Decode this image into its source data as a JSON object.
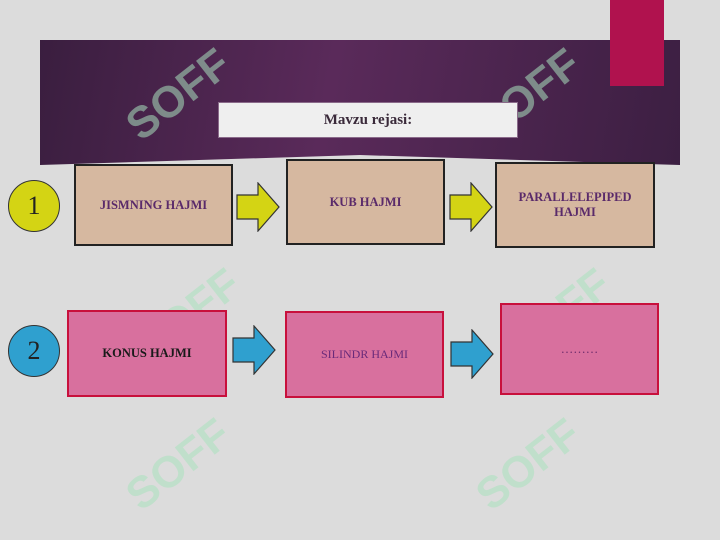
{
  "header": {
    "title": "Mavzu rejasi:"
  },
  "rows": [
    {
      "number": "1",
      "boxes": [
        "JISMNING HAJMI",
        "KUB HAJMI",
        "PARALLELEPIPED HAJMI"
      ]
    },
    {
      "number": "2",
      "boxes": [
        "KONUS HAJMI",
        "SILINDR HAJMI",
        "………"
      ]
    }
  ],
  "colors": {
    "row1_arrow": "#d4d414",
    "row2_arrow": "#2fa0cf",
    "banner": "#4a2450",
    "accent": "#b0124e"
  },
  "watermark": "SOFF"
}
